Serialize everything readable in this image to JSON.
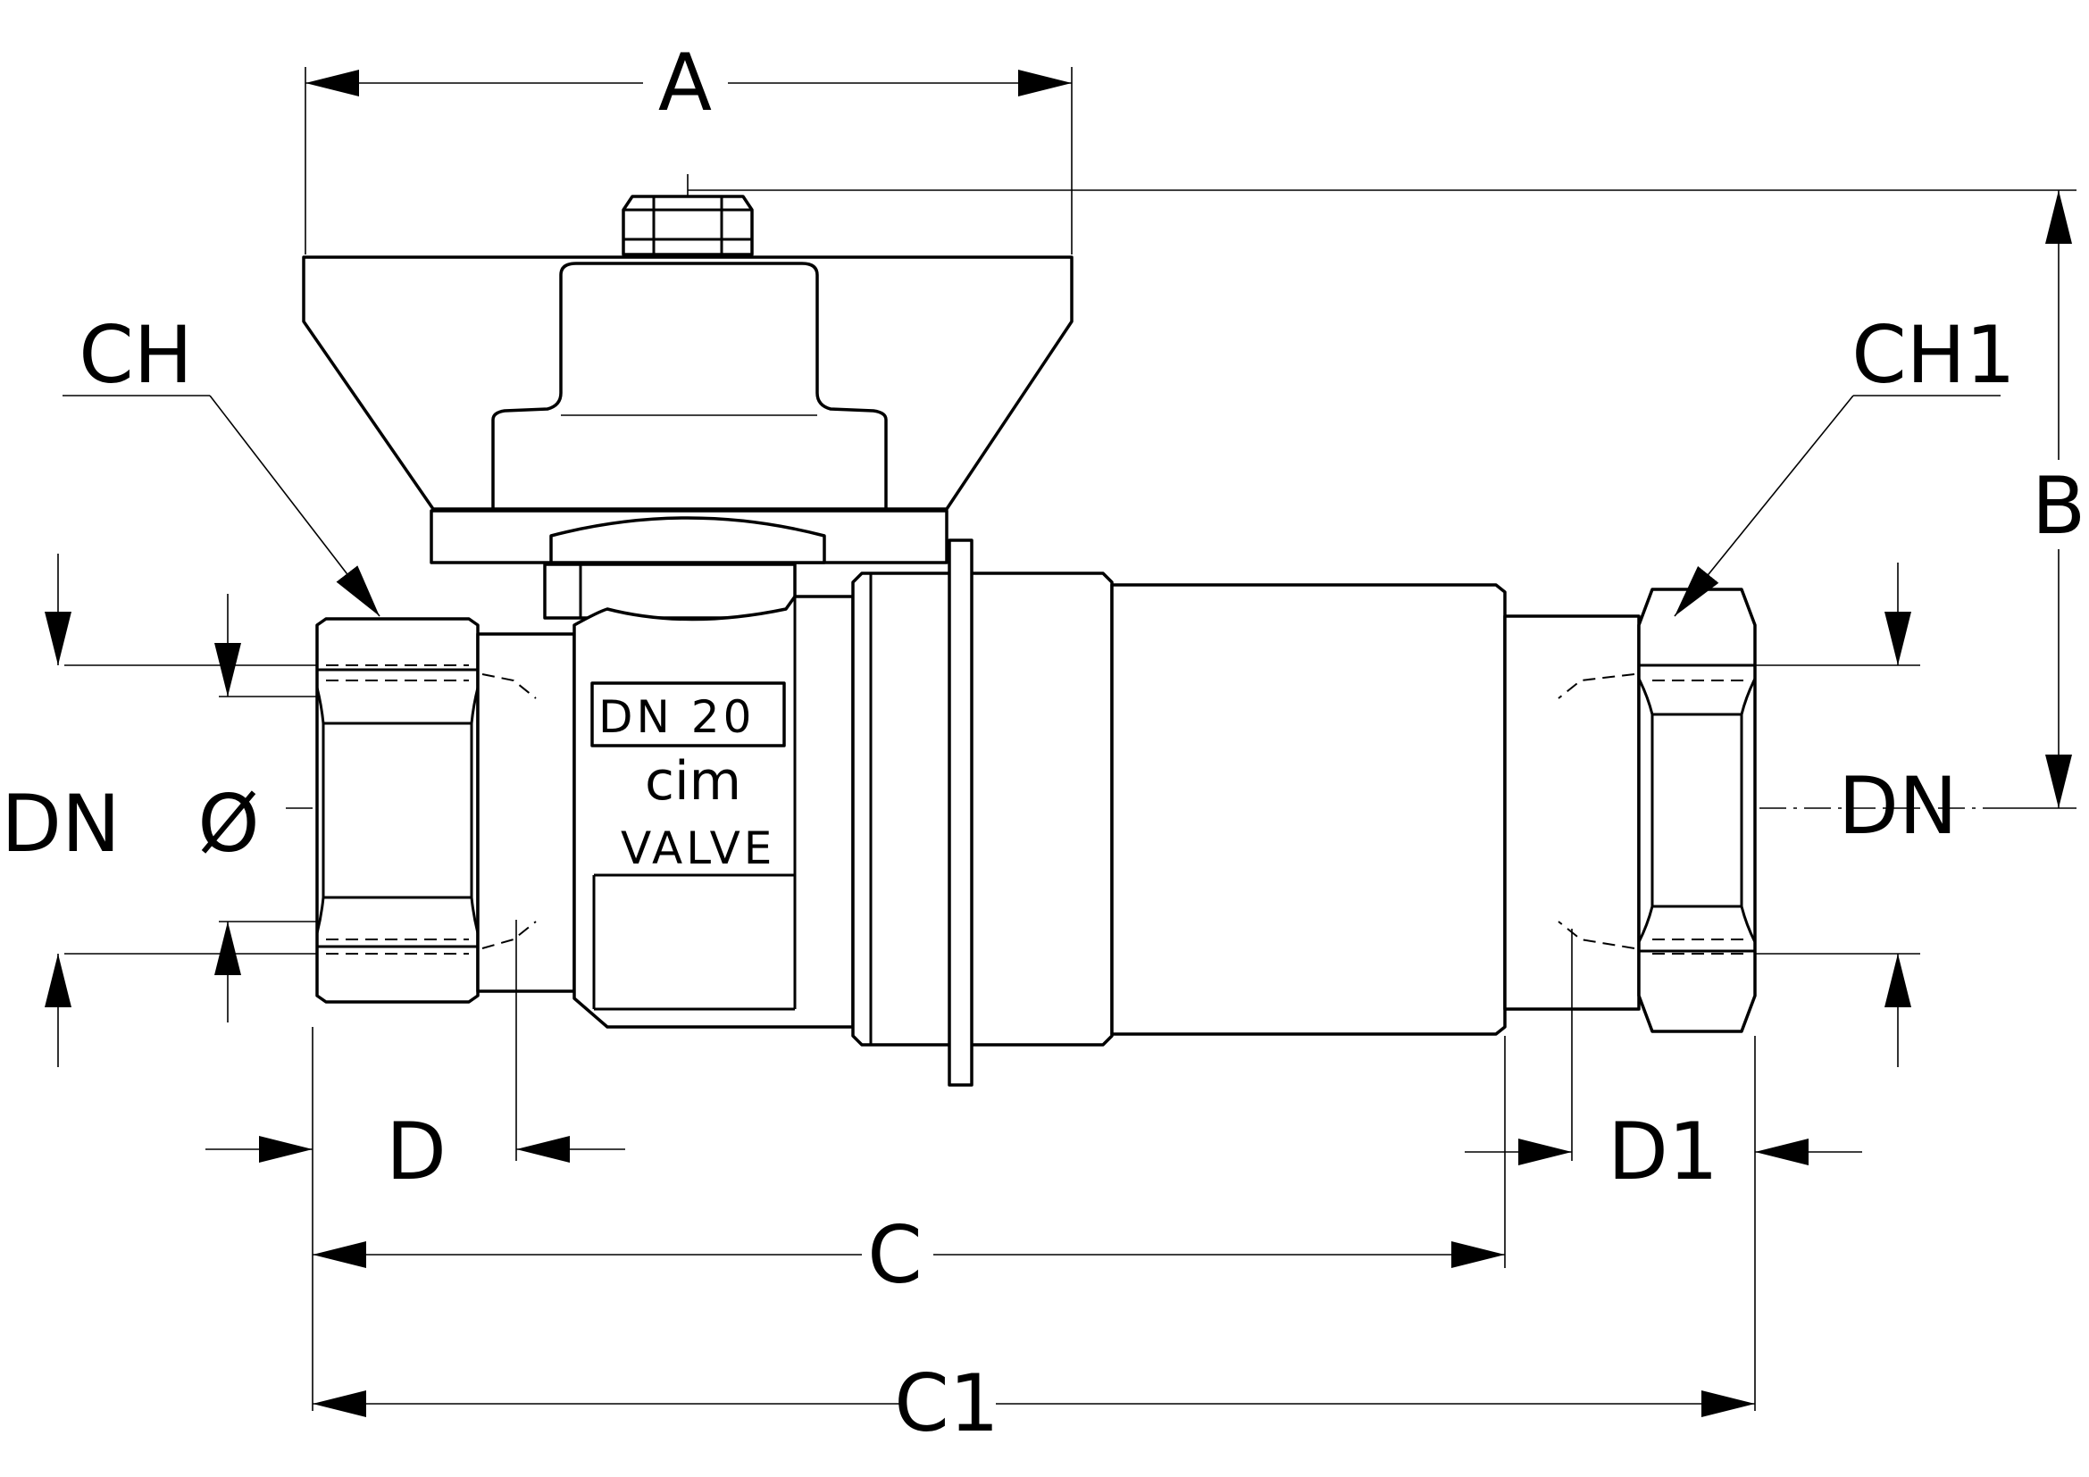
{
  "labels": {
    "A": "A",
    "B": "B",
    "C": "C",
    "C1": "C1",
    "D": "D",
    "D1": "D1",
    "CH": "CH",
    "CH1": "CH1",
    "DN_left": "DN",
    "DN_right": "DN",
    "diameter": "Ø"
  },
  "body_marking": {
    "size": "DN  20",
    "brand": "cim",
    "word": "VALVE"
  },
  "colors": {
    "line": "#000000",
    "background": "#ffffff"
  }
}
